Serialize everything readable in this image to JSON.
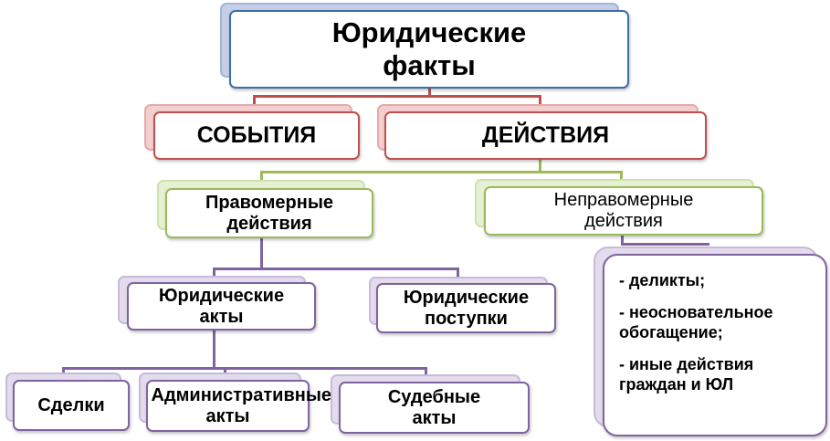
{
  "root": "Юридические факты",
  "level1": {
    "events": "СОБЫТИЯ",
    "actions": "ДЕЙСТВИЯ"
  },
  "level2": {
    "lawful": "Правомерные действия",
    "unlawful": "Неправомерные действия"
  },
  "level3": {
    "legal_acts": "Юридические акты",
    "legal_deeds": "Юридические поступки"
  },
  "level4": {
    "transactions": "Сделки",
    "administrative_acts": "Административные акты",
    "court_acts": "Судебные акты"
  },
  "unlawful_list": [
    "- деликты;",
    "- неосновательное обогащение;",
    "- иные действия граждан и ЮЛ"
  ],
  "colors": {
    "root": "#3d6fa8",
    "level1": "#c0504d",
    "level2": "#9bbb59",
    "level3": "#8064a2"
  }
}
